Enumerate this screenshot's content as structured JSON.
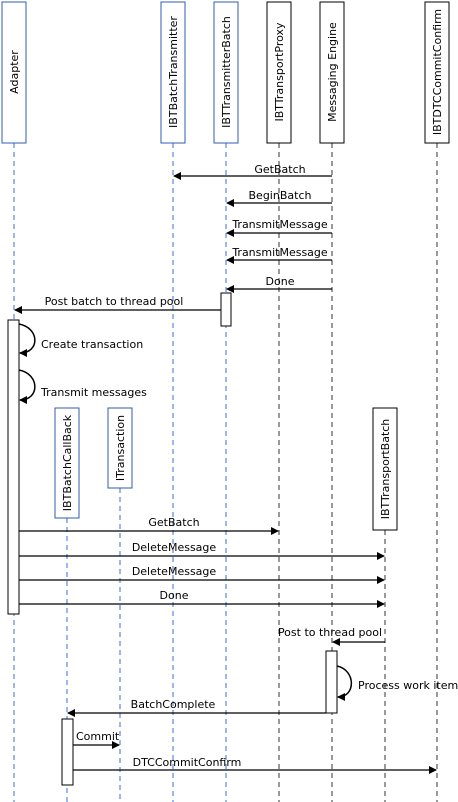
{
  "participants": {
    "adapter": "Adapter",
    "batch_transmitter": "IBTBatchTransmitter",
    "transmitter_batch": "IBTTransmitterBatch",
    "transport_proxy": "IBTTransportProxy",
    "messaging_engine": "Messaging Engine",
    "dtc_commit_confirm": "IBTDTCCommitConfirm",
    "batch_callback": "IBTBatchCallBack",
    "transaction": "ITransaction",
    "transport_batch": "IBTTransportBatch"
  },
  "messages": {
    "get_batch_1": "GetBatch",
    "begin_batch": "BeginBatch",
    "transmit_message_1": "TransmitMessage",
    "transmit_message_2": "TransmitMessage",
    "done_1": "Done",
    "post_batch": "Post batch to thread pool",
    "create_transaction": "Create transaction",
    "transmit_messages": "Transmit messages",
    "get_batch_2": "GetBatch",
    "delete_message_1": "DeleteMessage",
    "delete_message_2": "DeleteMessage",
    "done_2": "Done",
    "post_to_thread_pool": "Post to thread pool",
    "process_work_item": "Process work item",
    "batch_complete": "BatchComplete",
    "commit": "Commit",
    "dtc_commit_confirm_msg": "DTCCommitConfirm"
  },
  "colors": {
    "box_border_blue": "#2f5bb7",
    "box_border_black": "#000000",
    "lifeline_blue": "#3b6fd0",
    "lifeline_black": "#333333",
    "arrow": "#000000"
  }
}
